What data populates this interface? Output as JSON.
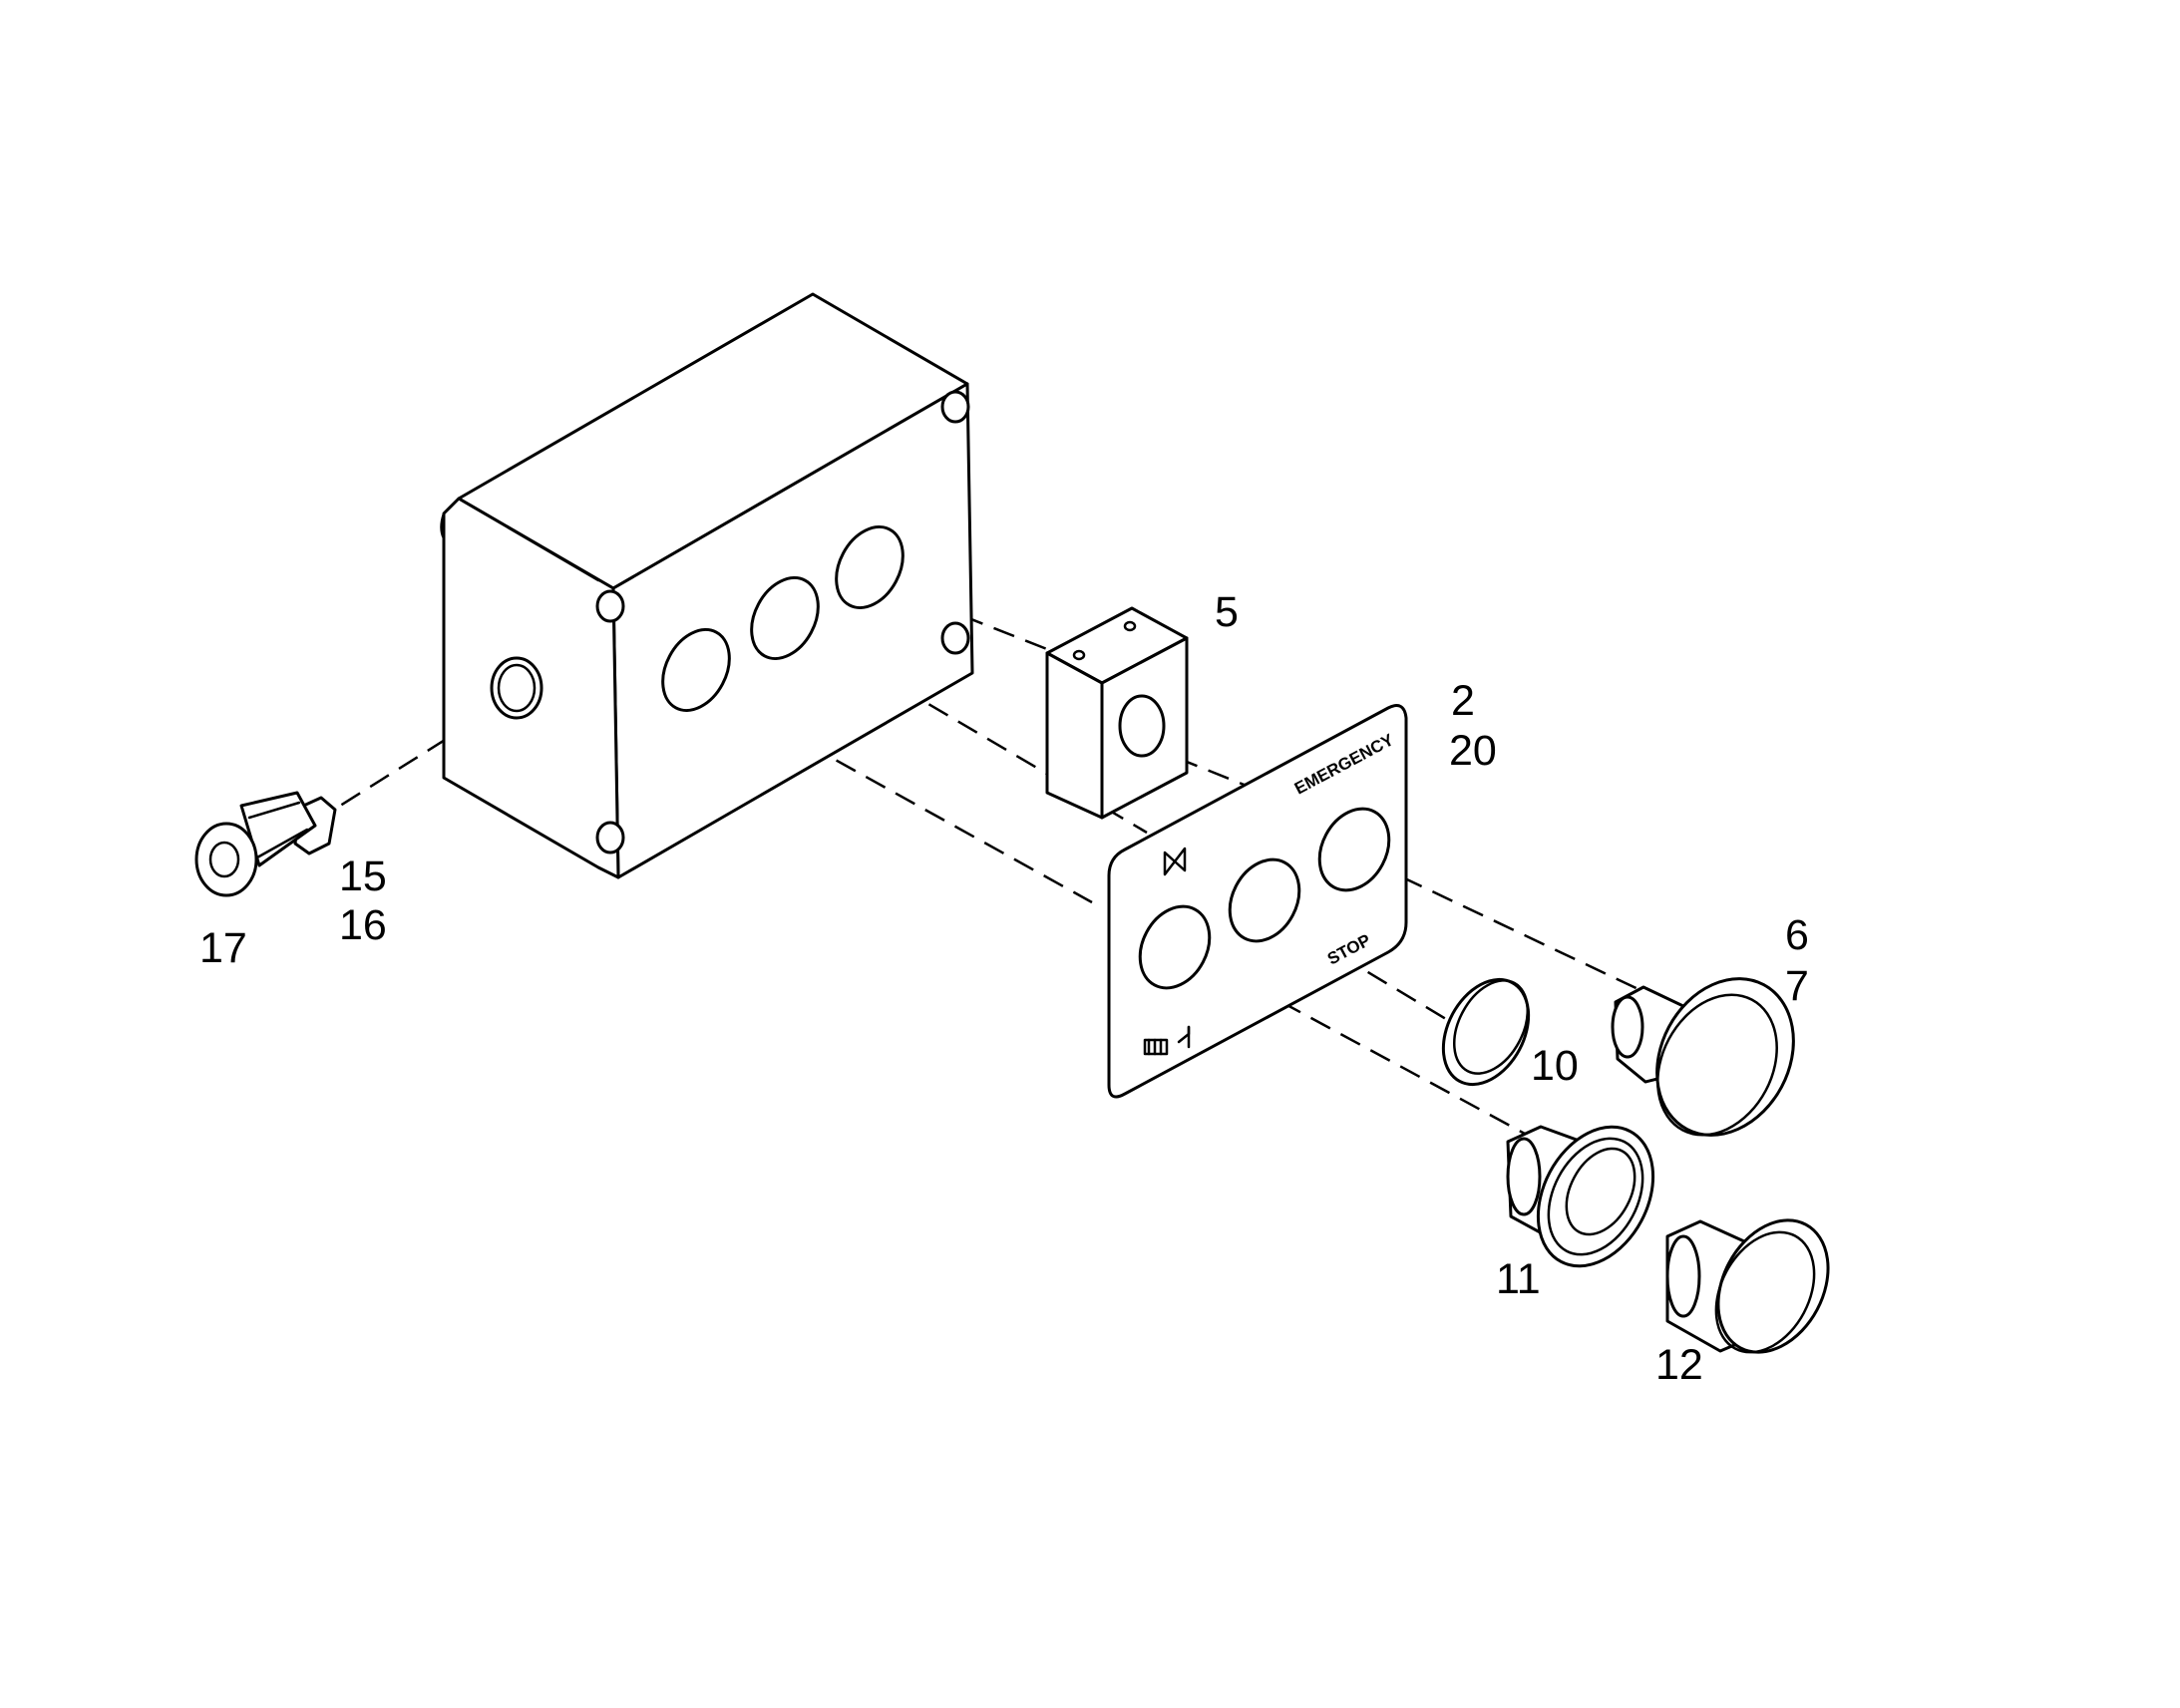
{
  "diagram": {
    "plate_labels": {
      "emergency": "EMERGENCY",
      "stop": "STOP"
    },
    "callouts": [
      {
        "id": "part-5",
        "text": "5"
      },
      {
        "id": "part-2",
        "text": "2"
      },
      {
        "id": "part-20",
        "text": "20"
      },
      {
        "id": "part-15",
        "text": "15"
      },
      {
        "id": "part-16",
        "text": "16"
      },
      {
        "id": "part-17",
        "text": "17"
      },
      {
        "id": "part-6",
        "text": "6"
      },
      {
        "id": "part-7",
        "text": "7"
      },
      {
        "id": "part-10",
        "text": "10"
      },
      {
        "id": "part-11",
        "text": "11"
      },
      {
        "id": "part-12",
        "text": "12"
      }
    ],
    "colors": {
      "line": "#000000",
      "background": "#ffffff"
    }
  }
}
